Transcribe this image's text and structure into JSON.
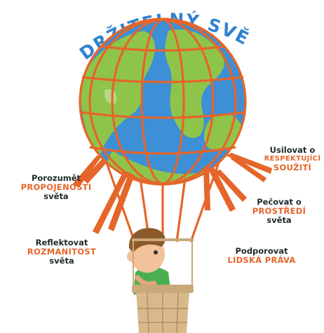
{
  "title": "UDRŽITELNÝ SVĚT",
  "labels": {
    "left_top": {
      "line1": "Porozumět",
      "line2": "PROPOJENOSTI",
      "line3": "světa"
    },
    "left_bottom": {
      "line1": "Reflektovat",
      "line2": "ROZMANITOST",
      "line3": "světa"
    },
    "right_top": {
      "line1": "Usilovat o",
      "line2": "RESPEKTUJÍCÍ",
      "line3": "SOUŽITÍ"
    },
    "right_mid": {
      "line1": "Pečovat o",
      "line2": "PROSTŘEDÍ",
      "line3": "světa"
    },
    "right_bottom": {
      "line1": "Podporovat",
      "line2": "LIDSKÁ PRÁVA"
    }
  },
  "colors": {
    "accent": "#e5652a",
    "ocean": "#3d8fd6",
    "land": "#8fc44a",
    "rope": "#e5652a",
    "basket": "#d9b98c",
    "text": "#1f2a2a"
  }
}
